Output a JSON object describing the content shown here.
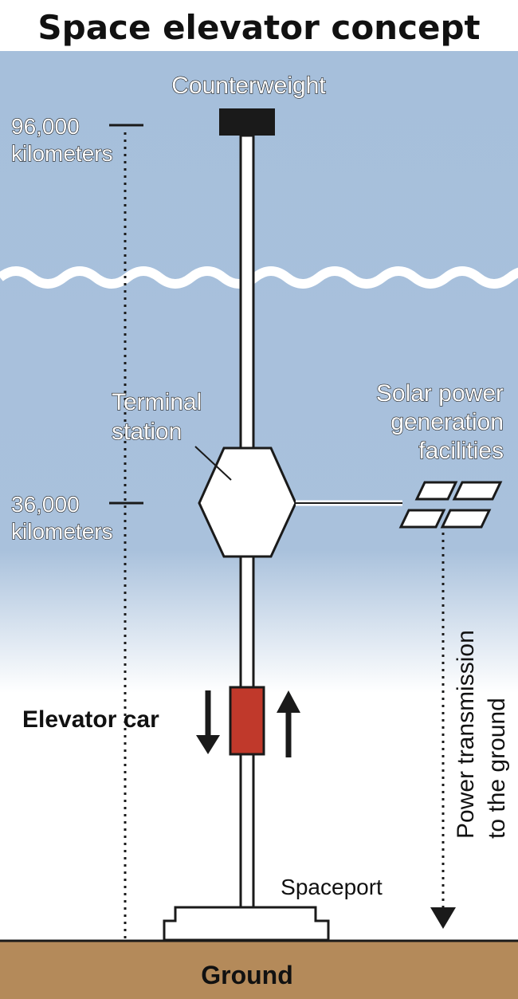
{
  "title": "Space elevator concept",
  "labels": {
    "counterweight": "Counterweight",
    "altitude_top": [
      "96,000",
      "kilometers"
    ],
    "altitude_mid": [
      "36,000",
      "kilometers"
    ],
    "terminal_station": [
      "Terminal",
      "station"
    ],
    "solar_power": [
      "Solar power",
      "generation",
      "facilities"
    ],
    "power_transmission": [
      "Power transmission",
      "to the ground"
    ],
    "elevator_car": "Elevator car",
    "spaceport": "Spaceport",
    "ground": "Ground"
  },
  "colors": {
    "space": "#a9c1dc",
    "ground": "#b48a5a",
    "elevator_car": "#c0392b",
    "counterweight": "#1a1a1a",
    "outline": "#1a1a1a"
  }
}
